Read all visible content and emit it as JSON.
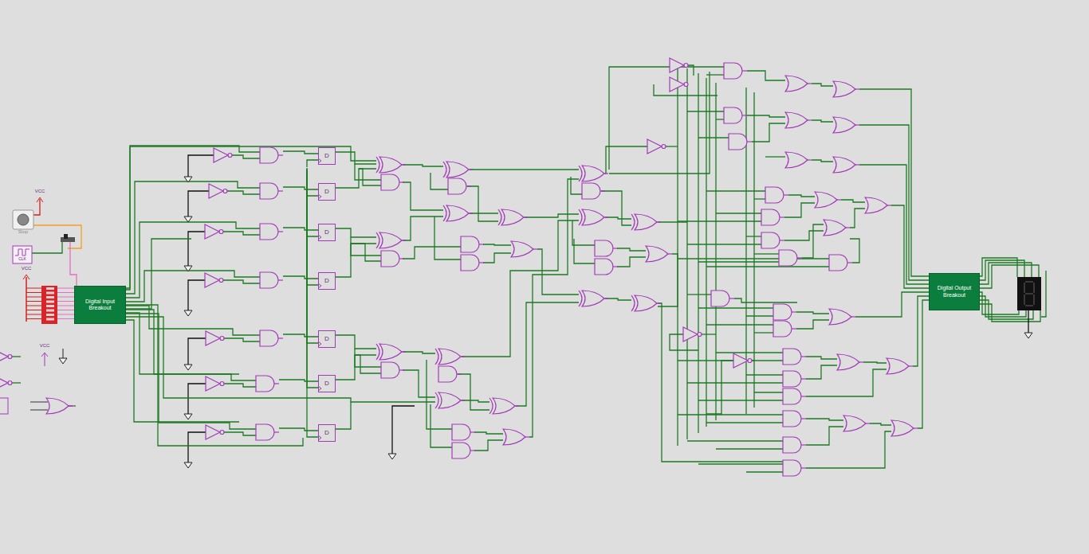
{
  "diagram": {
    "nodes": [
      {
        "text": [
          "Digital Input Breakout"
        ]
      },
      {
        "text": [
          "D"
        ]
      },
      {
        "text": [
          "D"
        ]
      },
      {
        "text": [
          "D"
        ]
      },
      {
        "text": [
          "D"
        ]
      },
      {
        "text": [
          "D"
        ]
      },
      {
        "text": [
          "D"
        ]
      },
      {
        "text": [
          "D"
        ]
      },
      {
        "text": [
          "Digital Output Breakout"
        ]
      }
    ],
    "edges": [],
    "labels": [
      "VCC",
      "Stop",
      "CLK",
      "VCC",
      "VCC"
    ]
  }
}
